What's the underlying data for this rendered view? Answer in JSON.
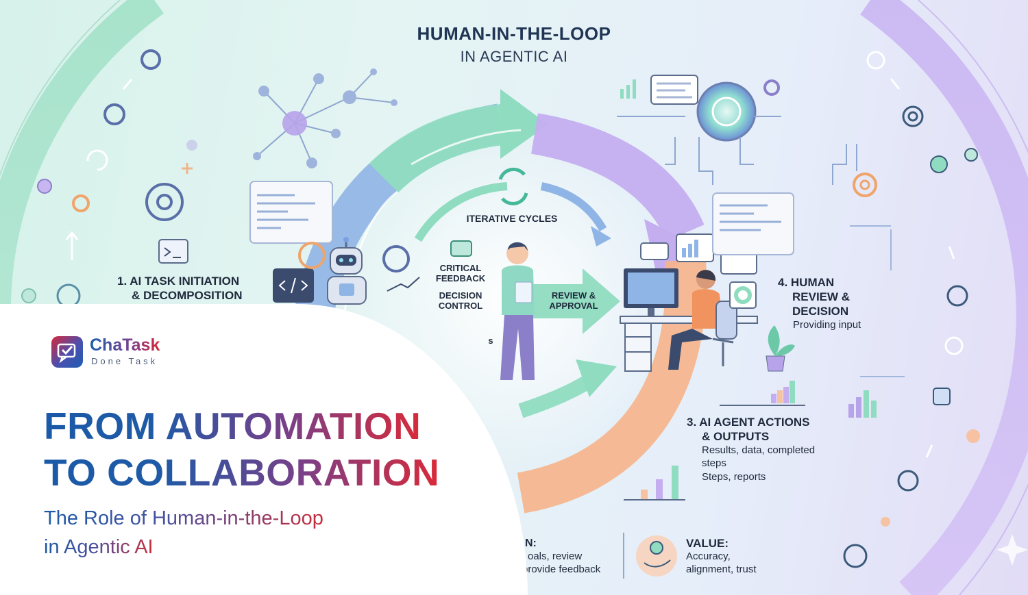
{
  "header": {
    "title": "HUMAN-IN-THE-LOOP",
    "subtitle": "IN AGENTIC AI"
  },
  "steps": {
    "step1": {
      "line1": "1. AI TASK INITIATION",
      "line2": "& DECOMPOSITION"
    },
    "step3": {
      "line1": "3. AI AGENT ACTIONS",
      "line2": "& OUTPUTS",
      "desc1": "Results, data, completed",
      "desc2": "steps",
      "desc3": "Steps, reports"
    },
    "step4": {
      "line1": "4. HUMAN",
      "line2": "REVIEW &",
      "line3": "DECISION",
      "desc": "Providing input"
    }
  },
  "center": {
    "iterative": "ITERATIVE CYCLES",
    "critical1": "CRITICAL",
    "critical2": "FEEDBACK",
    "decision1": "DECISION",
    "decision2": "CONTROL",
    "review1": "REVIEW &",
    "review2": "APPROVAL",
    "partial": "s"
  },
  "footer": {
    "role_partial_title": "N:",
    "role_partial_line1": "oals, review",
    "role_partial_line2": "provide feedback",
    "value_title": "VALUE:",
    "value_line1": "Accuracy,",
    "value_line2": "alignment, trust"
  },
  "brand": {
    "name": "ChaTask",
    "tagline": "Done Task"
  },
  "card": {
    "headline1": "FROM AUTOMATION",
    "headline2": "TO COLLABORATION",
    "sub1": "The Role of Human-in-the-Loop",
    "sub2": "in Agentic AI"
  },
  "icons": [
    "gear-icon",
    "robot-icon",
    "code-icon",
    "terminal-icon",
    "person-icon",
    "monitor-icon",
    "chat-icon",
    "chart-icon",
    "plant-icon",
    "refresh-icon",
    "team-icon",
    "database-icon",
    "hand-heart-icon",
    "check-icon",
    "network-icon",
    "lens-icon"
  ],
  "colors": {
    "green": "#8fdcc0",
    "blue": "#8fb4e6",
    "purple": "#c5aef0",
    "orange": "#f6b48a",
    "navy": "#1f3553",
    "red": "#d92a38"
  }
}
